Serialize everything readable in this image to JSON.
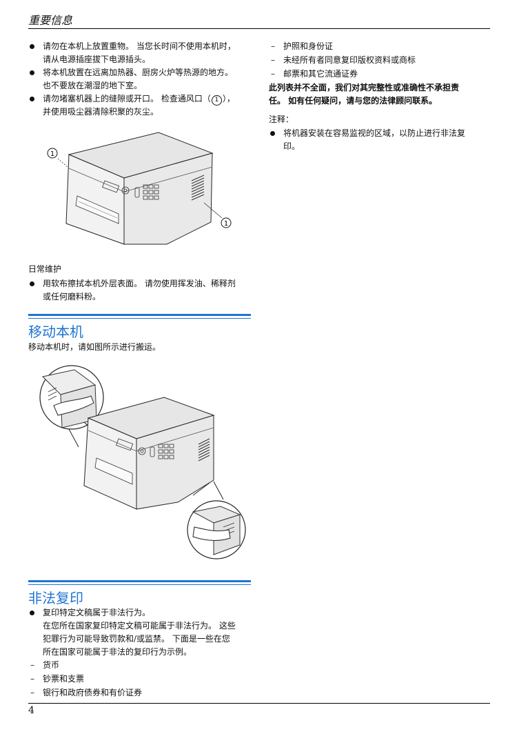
{
  "header": {
    "title": "重要信息"
  },
  "left_top": {
    "bullets": [
      [
        "请勿在本机上放置重物。 当您长时间不使用本机时，",
        "请从电源插座拔下电源插头。"
      ],
      [
        "将本机放置在远离加热器、厨房火炉等热源的地方。",
        "也不要放在潮湿的地下室。"
      ],
      [
        "请勿堵塞机器上的缝隙或开口。 检查通风口（",
        "），",
        "并使用吸尘器清除积聚的灰尘。"
      ]
    ],
    "callout": "1"
  },
  "figure1": {
    "callout_left": "1",
    "callout_right": "1"
  },
  "maintenance": {
    "heading": "日常维护",
    "bullet": [
      "用软布擦拭本机外层表面。 请勿使用挥发油、稀释剂",
      "或任何磨料粉。"
    ]
  },
  "section_move": {
    "title": "移动本机",
    "text": "移动本机时，请如图所示进行搬运。"
  },
  "section_copy": {
    "title": "非法复印",
    "bullet_bold": "复印特定文稿属于非法行为。",
    "body": [
      "在您所在国家复印特定文稿可能属于非法行为。 这些",
      "犯罪行为可能导致罚款和/或监禁。 下面是一些在您",
      "所在国家可能属于非法的复印行为示例。"
    ],
    "items": [
      "货币",
      "钞票和支票",
      "银行和政府债券和有价证券"
    ]
  },
  "right_col": {
    "items": [
      "护照和身份证",
      "未经所有者同意复印版权资料或商标",
      "邮票和其它流通证券"
    ],
    "warning": [
      "此列表并不全面，我们对其完整性或准确性不承担责",
      "任。 如有任何疑问，请与您的法律顾问联系。"
    ],
    "note_label": "注释：",
    "note_bullet": [
      "将机器安装在容易监视的区域，以防止进行非法复",
      "印。"
    ]
  },
  "footer": {
    "page_number": "4"
  }
}
